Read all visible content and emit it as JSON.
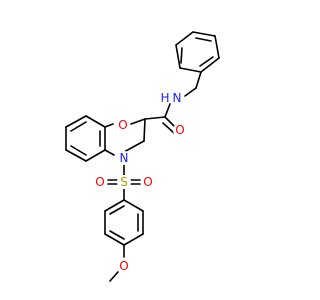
{
  "atoms": {
    "N_amide": "N",
    "H_amide": "H",
    "O_carbonyl": "O",
    "O_ring": "O",
    "N_ring": "N",
    "S_sulfonyl": "S",
    "O_sulfonyl_left": "O",
    "O_sulfonyl_right": "O",
    "O_methoxy": "O"
  },
  "colors": {
    "bond": "#000000",
    "nitrogen": "#1f1fff",
    "oxygen": "#ff0000",
    "sulfur": "#b3a100",
    "background": "#ffffff"
  }
}
